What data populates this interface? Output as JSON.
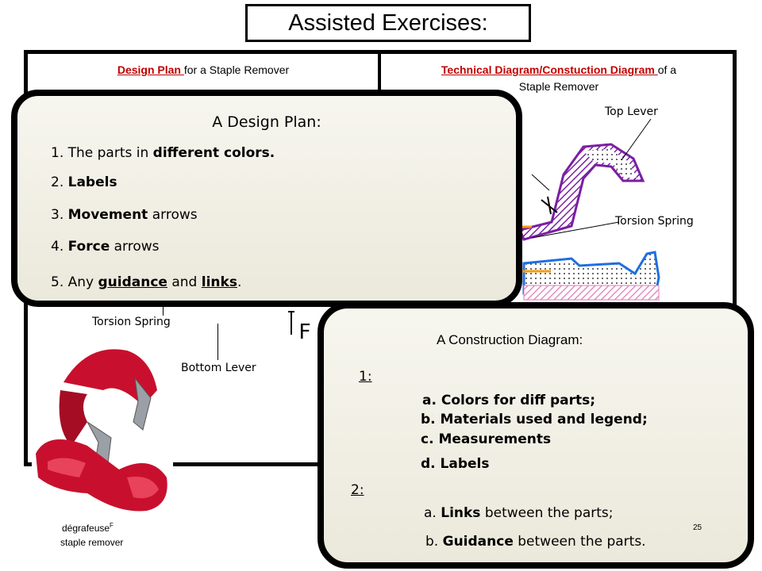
{
  "title": "Assisted Exercises:",
  "left_panel": {
    "heading_highlight": "Design Plan ",
    "heading_rest": "for a Staple Remover",
    "label_torsion_spring": "Torsion Spring",
    "label_bottom_lever": "Bottom Lever",
    "force_label": "F",
    "photo_caption_line1": "dégrafeuse",
    "photo_caption_sup": "F",
    "photo_caption_line2": "staple remover"
  },
  "right_panel": {
    "heading_highlight": "Technical Diagram/Constuction Diagram ",
    "heading_rest": "of a",
    "heading_line2": "Staple Remover",
    "label_top_lever": "Top Lever",
    "label_torsion_spring": "Torsion Spring"
  },
  "design_card": {
    "title": "A Design Plan:",
    "item1_prefix": "1. The parts in ",
    "item1_bold": "different colors.",
    "item2_prefix": "2. ",
    "item2_bold": "Labels",
    "item3_prefix": "3. ",
    "item3_bold": "Movement",
    "item3_suffix": " arrows",
    "item4_prefix": "4. ",
    "item4_bold": "Force",
    "item4_suffix": " arrows",
    "item5_prefix": "5. Any ",
    "item5_link1": "guidance",
    "item5_mid": " and ",
    "item5_link2": "links",
    "item5_suffix": "."
  },
  "construction_card": {
    "title": "A Construction Diagram:",
    "section1": "1:",
    "a1": "a. Colors for diff parts;",
    "b1": "b. Materials used and legend;",
    "c1": "c. Measurements",
    "d1": "d. Labels",
    "section2": "2:",
    "a2_prefix": "a. ",
    "a2_bold": "Links",
    "a2_suffix": " between the parts;",
    "b2_prefix": "b. ",
    "b2_bold": "Guidance",
    "b2_suffix": " between the parts."
  },
  "page_number": "25",
  "colors": {
    "heading_red": "#c00000",
    "top_lever_purple": "#7b1fa2",
    "bottom_lever_blue": "#1e6fe0",
    "hatch_pink": "#e07ab8",
    "staple_red": "#c8102e",
    "card_bg": "#f2f1e6"
  }
}
